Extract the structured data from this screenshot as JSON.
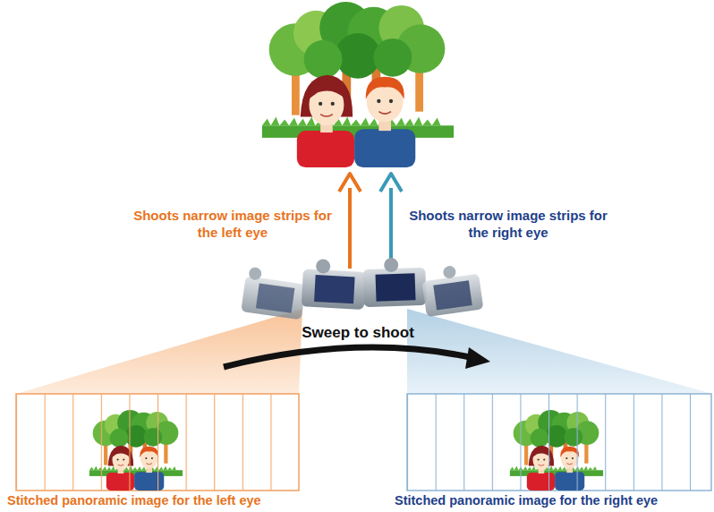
{
  "diagram": {
    "nodes": [
      {
        "text": [
          "Stitched panoramic image for the left eye"
        ]
      },
      {
        "text": [
          "Stitched panoramic image for the right eye"
        ]
      }
    ],
    "labels": [
      "Shoots narrow image strips for the left eye",
      "Shoots narrow image strips for the right eye",
      "Sweep to shoot"
    ]
  }
}
